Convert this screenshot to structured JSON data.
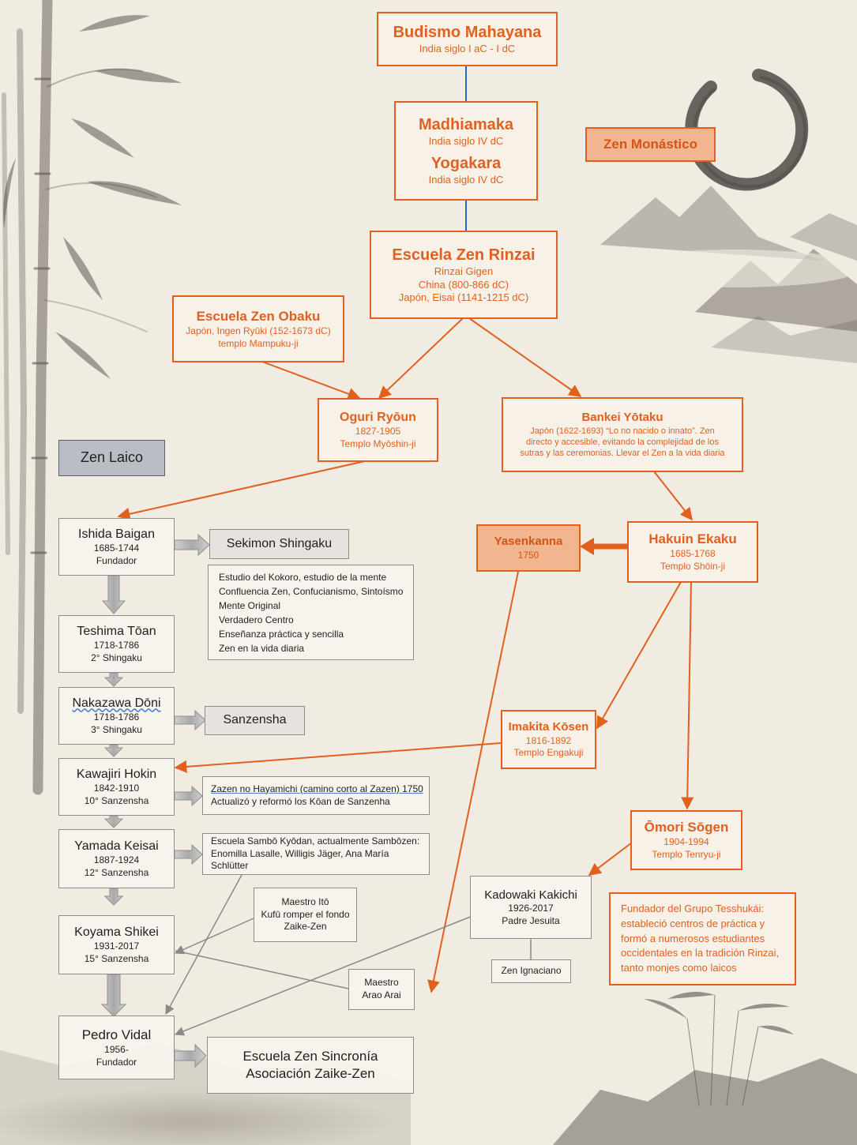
{
  "monastic": {
    "label": "Zen Monástico",
    "mahayana": {
      "title": "Budismo Mahayana",
      "sub": "India siglo I aC - I dC"
    },
    "madhiamaka": {
      "title": "Madhiamaka",
      "sub": "India siglo IV dC",
      "title2": "Yogakara",
      "sub2": "India siglo IV dC"
    },
    "rinzai": {
      "title": "Escuela Zen Rinzai",
      "lines": [
        "Rinzai Gigen",
        "China (800-866 dC)",
        "Japón, Eisai (1141-1215 dC)"
      ]
    },
    "obaku": {
      "title": "Escuela Zen Obaku",
      "lines": [
        "Japón, Ingen Ryūki (152-1673 dC)",
        "templo Mampuku-ji"
      ]
    },
    "oguri": {
      "title": "Oguri Ryōun",
      "lines": [
        "1827-1905",
        "Templo Myōshin-ji"
      ]
    },
    "bankei": {
      "title": "Bankei Yōtaku",
      "lines": [
        "Japón (1622-1693) “Lo no nacido o innato”. Zen",
        "directo y accesible, evitando la complejidad de los",
        "sutras y las ceremonias. Llevar el Zen a la vida diaria"
      ]
    },
    "hakuin": {
      "title": "Hakuin Ekaku",
      "lines": [
        "1685-1768",
        "Templo Shōin-ji"
      ]
    },
    "yasenkanna": {
      "title": "Yasenkanna",
      "sub": "1750"
    },
    "imakita": {
      "title": "Imakita Kōsen",
      "lines": [
        "1816-1892",
        "Templo Engakuji"
      ]
    },
    "omori": {
      "title": "Ōmori Sōgen",
      "lines": [
        "1904-1994",
        "Templo Tenryu-ji"
      ]
    },
    "omori_note": {
      "lines": [
        "Fundador del Grupo Tesshukái:",
        "estableció centros de práctica y",
        "formó a numerosos estudiantes",
        "occidentales en la tradición Rinzai,",
        "tanto monjes como laicos"
      ]
    }
  },
  "lay": {
    "label": "Zen Laico",
    "ishida": {
      "title": "Ishida Baigan",
      "lines": [
        "1685-1744",
        "Fundador"
      ]
    },
    "sekimon": {
      "title": "Sekimon Shingaku"
    },
    "kokoro": {
      "lines": [
        "Estudio del Kokoro, estudio de la mente",
        "Confluencia Zen, Confucianismo, Sintoísmo",
        "Mente Original",
        "Verdadero Centro",
        "Enseñanza práctica y sencilla",
        "Zen en la vida diaria"
      ]
    },
    "teshima": {
      "title": "Teshima Tōan",
      "lines": [
        "1718-1786",
        "2° Shingaku"
      ]
    },
    "nakazawa": {
      "title": "Nakazawa Dōni",
      "lines": [
        "1718-1786",
        "3° Shingaku"
      ]
    },
    "sanzensha": {
      "title": "Sanzensha"
    },
    "kawajiri": {
      "title": "Kawajiri Hokin",
      "lines": [
        "1842-1910",
        "10° Sanzensha"
      ]
    },
    "hayamichi": {
      "line1": "Zazen no Hayamichi (camino corto al Zazen) 1750",
      "line2": "Actualizó y reformó los Kōan de Sanzenha"
    },
    "yamada": {
      "title": "Yamada Keisai",
      "lines": [
        "1887-1924",
        "12° Sanzensha"
      ]
    },
    "sambo": {
      "line1": "Escuela Sambō Kyōdan, actualmente Sambōzen:",
      "line2": "Enomilla Lasalle, Willigis Jäger, Ana María Schlütter"
    },
    "ito": {
      "lines": [
        "Maestro Itō",
        "Kufū romper el fondo",
        "Zaike-Zen"
      ]
    },
    "koyama": {
      "title": "Koyama Shikei",
      "lines": [
        "1931-2017",
        "15° Sanzensha"
      ]
    },
    "arao": {
      "lines": [
        "Maestro",
        "Arao Arai"
      ]
    },
    "kadowaki": {
      "title": "Kadowaki Kakichi",
      "lines": [
        "1926-2017",
        "Padre Jesuita"
      ]
    },
    "ignaciano": {
      "title": "Zen Ignaciano"
    },
    "pedro": {
      "title": "Pedro Vidal",
      "lines": [
        "1956-",
        "Fundador"
      ]
    },
    "sincronia": {
      "line1": "Escuela Zen Sincronía",
      "line2": "Asociación Zaike-Zen"
    }
  },
  "colors": {
    "orange": "#e2601e",
    "blue": "#2a63c9",
    "gray": "#8a8a8a",
    "paper": "#f2ede4"
  }
}
